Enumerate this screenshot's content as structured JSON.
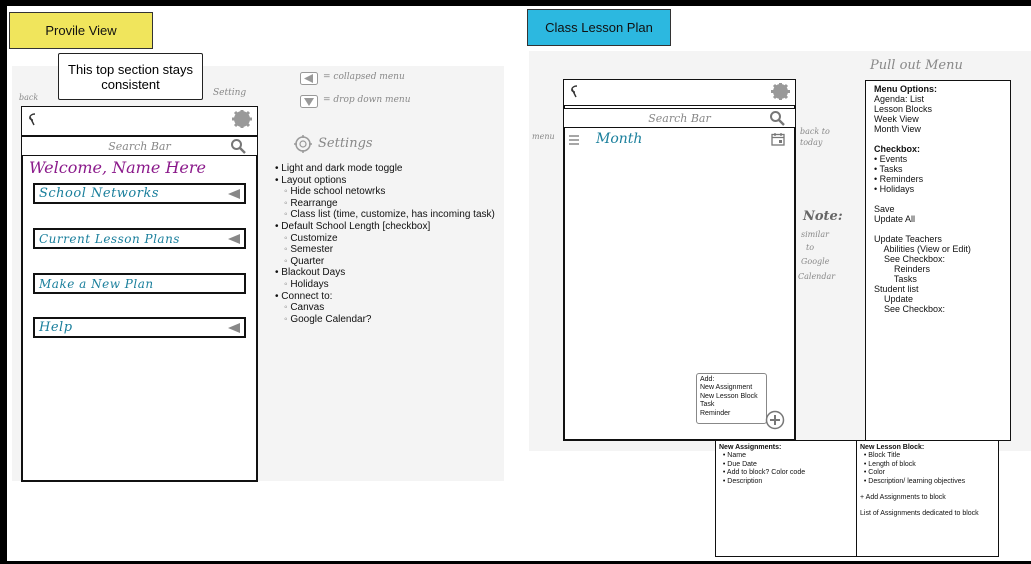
{
  "labels": {
    "profile_view": "Provile View",
    "class_lesson_plan": "Class Lesson Plan",
    "consistent_note": "This top section stays consistent",
    "back": "back",
    "setting": "Setting",
    "menu": "menu",
    "back_to_today": "back to today",
    "pullout_menu": "Pull out Menu",
    "collapsed_menu": "= collapsed menu",
    "drop_down_menu": "= drop down menu"
  },
  "profile": {
    "search_bar": "Search Bar",
    "welcome": "Welcome, Name Here",
    "buttons": [
      "School Networks",
      "Current Lesson Plans",
      "Make a New Plan",
      "Help"
    ]
  },
  "settings": {
    "title": "Settings",
    "items": [
      {
        "text": "Light and dark mode toggle",
        "level": 0
      },
      {
        "text": "Layout options",
        "level": 0
      },
      {
        "text": "Hide school netowrks",
        "level": 1
      },
      {
        "text": "Rearrange",
        "level": 1
      },
      {
        "text": "Class list (time, customize, has incoming task)",
        "level": 1
      },
      {
        "text": "Default School Length  [checkbox]",
        "level": 0
      },
      {
        "text": "Customize",
        "level": 1
      },
      {
        "text": "Semester",
        "level": 1
      },
      {
        "text": "Quarter",
        "level": 1
      },
      {
        "text": "Blackout Days",
        "level": 0
      },
      {
        "text": "Holidays",
        "level": 1
      },
      {
        "text": "Connect to:",
        "level": 0
      },
      {
        "text": "Canvas",
        "level": 1
      },
      {
        "text": "Google Calendar?",
        "level": 1
      }
    ]
  },
  "lesson": {
    "search_bar": "Search Bar",
    "month": "Month",
    "add_menu": [
      "Add:",
      "New Assignment",
      "New Lesson Block",
      "Task",
      "Reminder"
    ],
    "note_title": "Note:",
    "note_lines": [
      "similar",
      "to",
      "Google",
      "Calendar"
    ]
  },
  "menu_options": [
    "Menu Options:",
    "Agenda: List",
    "Lesson Blocks",
    "Week View",
    "Month View",
    "",
    "Checkbox:",
    "• Events",
    "• Tasks",
    "• Reminders",
    "• Holidays",
    "",
    "Save",
    "Update All",
    "",
    "Update Teachers",
    "    Abilities (View or Edit)",
    "    See Checkbox:",
    "        Reinders",
    "        Tasks",
    "Student list",
    "    Update",
    "    See Checkbox:"
  ],
  "new_assignments": [
    "New Assignments:",
    "  • Name",
    "  • Due Date",
    "  • Add to block? Color code",
    "  • Description"
  ],
  "new_lesson_block": [
    "New Lesson Block:",
    "  • Block Title",
    "  • Length of block",
    "  • Color",
    "  • Description/ learning objectives",
    "",
    "+ Add Assignments to block",
    "",
    "List of Assignments dedicated to block"
  ]
}
